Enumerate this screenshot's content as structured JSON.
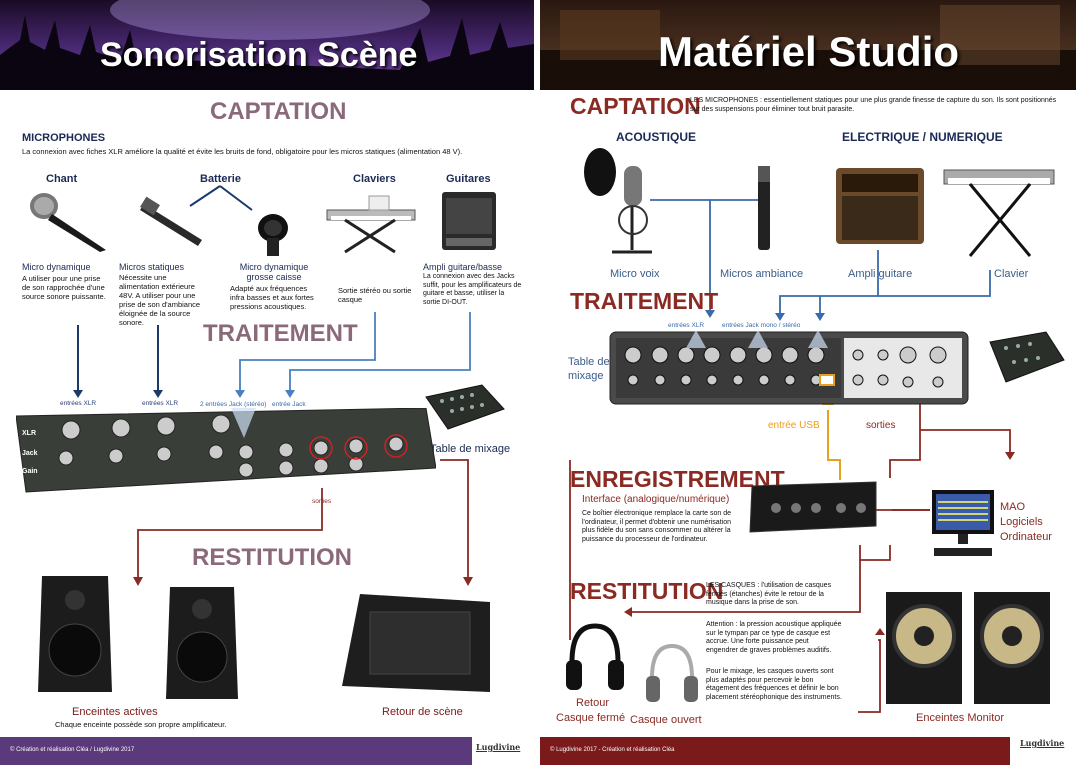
{
  "left": {
    "title": "Sonorisation Scène",
    "captation": "CAPTATION",
    "traitement": "TRAITEMENT",
    "restitution": "RESTITUTION",
    "microphones_heading": "MICROPHONES",
    "microphones_desc": "La connexion avec fiches XLR améliore la qualité et évite les bruits de fond, obligatoire pour les micros statiques (alimentation 48 V).",
    "cat_chant": "Chant",
    "cat_batterie": "Batterie",
    "cat_claviers": "Claviers",
    "cat_guitares": "Guitares",
    "micro_dyn_title": "Micro dynamique",
    "micro_dyn_desc": "A utiliser pour une prise de son rapprochée d'une source sonore puissante.",
    "micros_stat_title": "Micros statiques",
    "micros_stat_desc": "Nécessite une alimentation extérieure 48V. A utiliser pour une prise de son d'ambiance éloignée de la source sonore.",
    "micro_gc_title": "Micro dynamique grosse caisse",
    "micro_gc_desc": "Adapté aux fréquences infra basses et aux fortes pressions acoustiques.",
    "clavier_desc": "Sortie stéréo ou sortie casque",
    "ampli_title": "Ampli guitare/basse",
    "ampli_desc": "La connexion avec des Jacks suffit, pour les amplificateurs de guitare et basse, utiliser la sortie DI-OUT.",
    "entrees_xlr_1": "entrées XLR",
    "entrees_xlr_2": "entrées XLR",
    "entrees_jack_stereo": "2 entrées Jack (stéréo)",
    "entree_jack": "entrée Jack",
    "table_mixage": "Table de mixage",
    "row_xlr": "XLR",
    "row_jack": "Jack",
    "row_gain": "Gain",
    "sorties": "sorties",
    "enceintes_actives": "Enceintes actives",
    "enceintes_desc": "Chaque enceinte possède son propre amplificateur.",
    "retour_scene": "Retour de scène",
    "footer": "© Création et réalisation Cléa / Lugdivine 2017",
    "logo": "Lugdivine"
  },
  "right": {
    "title": "Matériel Studio",
    "captation": "CAPTATION",
    "captation_desc": "LES MICROPHONES : essentiellement statiques pour une plus grande finesse de capture du son. Ils sont positionnés sur des suspensions pour éliminer tout bruit parasite.",
    "acoustique": "ACOUSTIQUE",
    "electrique": "ELECTRIQUE / NUMERIQUE",
    "micro_voix": "Micro voix",
    "micros_ambiance": "Micros ambiance",
    "ampli_guitare": "Ampli guitare",
    "clavier": "Clavier",
    "traitement": "TRAITEMENT",
    "entrees_xlr": "entrées XLR",
    "entrees_jack": "entrées Jack mono / stéréo",
    "table_de_mixage": "Table de mixage",
    "entree_usb": "entrée USB",
    "sorties": "sorties",
    "enregistrement": "ENREGISTREMENT",
    "interface": "Interface (analogique/numérique)",
    "interface_desc": "Ce boîtier électronique remplace la carte son de l'ordinateur, il permet d'obtenir une numérisation plus fidèle du son sans consommer ou altérer la puissance du processeur de l'ordinateur.",
    "mao": "MAO",
    "logiciels": "Logiciels",
    "ordinateur": "Ordinateur",
    "restitution": "RESTITUTION",
    "casques_desc": "LES CASQUES : l'utilisation de casques fermés (étanches) évite le retour de la musique dans la prise de son.",
    "attention_desc": "Attention : la pression acoustique appliquée sur le tympan par ce type de casque est accrue. Une forte puissance peut engendrer de graves problèmes auditifs.",
    "mixage_desc": "Pour le mixage, les casques ouverts sont plus adaptés pour percevoir le bon étagement des fréquences et définir le bon placement stéréophonique des instruments.",
    "retour": "Retour",
    "casque_ferme": "Casque fermé",
    "casque_ouvert": "Casque ouvert",
    "enceintes_monitor": "Enceintes Monitor",
    "footer": "© Lugdivine 2017 - Création et réalisation Cléa",
    "logo": "Lugdivine"
  },
  "colors": {
    "left_banner": "#3a1a55",
    "left_section": "#8a6a7a",
    "left_footer": "#5a3a7a",
    "right_section": "#8a2a22",
    "right_footer": "#7a1a1a",
    "blue_line": "#3a6aaa",
    "dark_red_line": "#8a2a22",
    "orange_usb": "#e8a020"
  }
}
